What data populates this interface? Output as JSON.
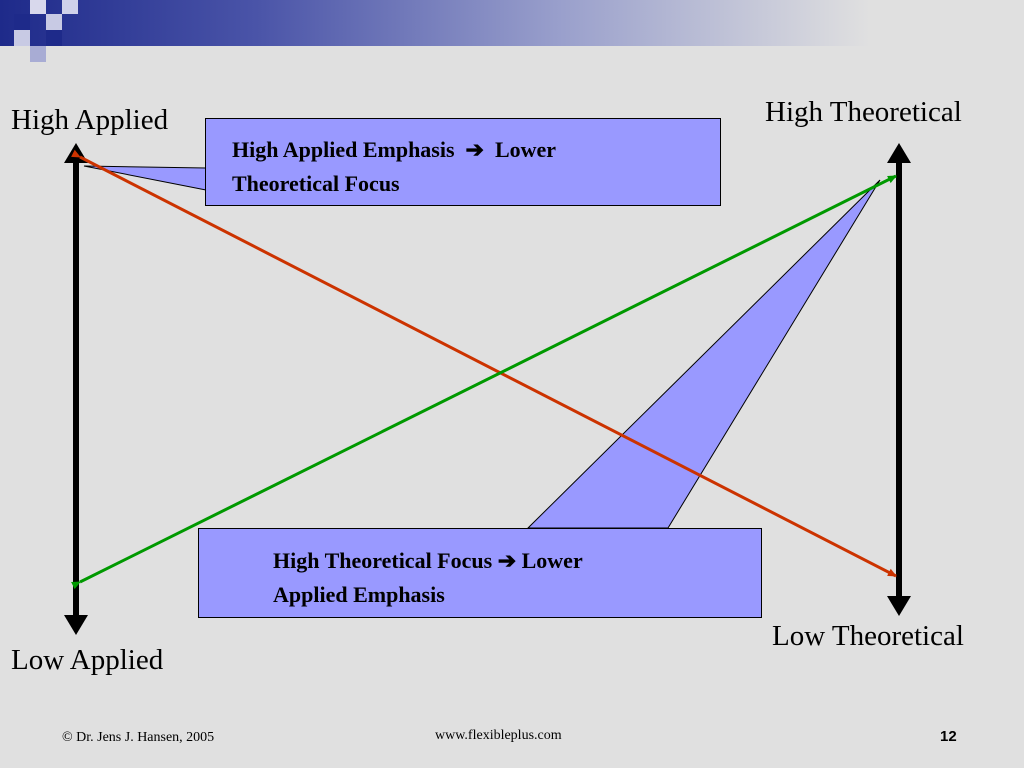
{
  "labels": {
    "high_applied": "High Applied",
    "low_applied": "Low Applied",
    "high_theoretical": "High Theoretical",
    "low_theoretical": "Low Theoretical"
  },
  "callouts": {
    "top": {
      "line1": "High Applied Emphasis",
      "arrow": "➔",
      "line1b": "Lower",
      "line2": "Theoretical Focus"
    },
    "bottom": {
      "line1": "High Theoretical Focus",
      "arrow": "➔",
      "line1b": "Lower",
      "line2": "Applied Emphasis"
    }
  },
  "footer": {
    "copyright": "© Dr. Jens J. Hansen, 2005",
    "website": "www.flexibleplus.com",
    "page": "12"
  },
  "colors": {
    "callout_fill": "#9999ff",
    "red_arrow": "#cc3300",
    "green_arrow": "#009900",
    "axis": "#000000"
  }
}
